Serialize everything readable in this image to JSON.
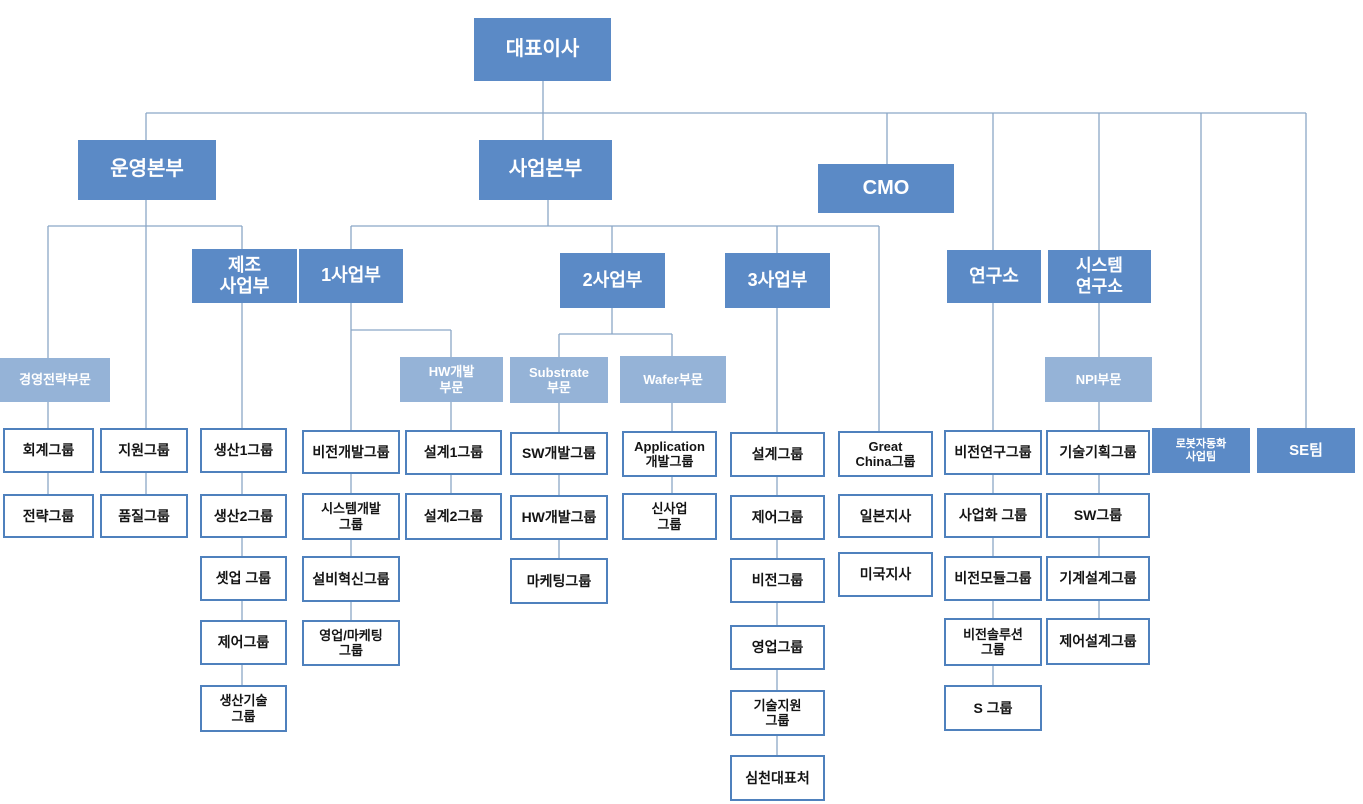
{
  "org": {
    "ceo": "대표이사",
    "cmo": "CMO",
    "robot_automation_team": "로봇자동화\n사업팀",
    "se_team": "SE팀",
    "operations": {
      "title": "운영본부",
      "mgmt_strategy_sector": "경영전략부문",
      "accounting_group": "회계그룹",
      "strategy_group": "전략그룹",
      "support_group": "지원그룹",
      "quality_group": "품질그룹",
      "manufacturing_division": "제조\n사업부",
      "production1_group": "생산1그룹",
      "production2_group": "생산2그룹",
      "setup_group": "셋업 그룹",
      "control_group": "제어그룹",
      "production_tech_group": "생산기술\n그룹"
    },
    "business": {
      "title": "사업본부",
      "division1": {
        "title": "1사업부",
        "vision_dev_group": "비전개발그룹",
        "system_dev_group": "시스템개발\n그룹",
        "equipment_innovation_group": "설비혁신그룹",
        "sales_marketing_group": "영업/마케팅\n그룹",
        "hw_dev_sector": "HW개발\n부문",
        "design1_group": "설계1그룹",
        "design2_group": "설계2그룹"
      },
      "division2": {
        "title": "2사업부",
        "substrate_sector": "Substrate\n부문",
        "sw_dev_group": "SW개발그룹",
        "hw_dev_group": "HW개발그룹",
        "marketing_group": "마케팅그룹",
        "wafer_sector": "Wafer부문",
        "application_dev_group": "Application\n개발그룹",
        "new_business_group": "신사업\n그룹"
      },
      "division3": {
        "title": "3사업부",
        "design_group": "설계그룹",
        "control_group": "제어그룹",
        "vision_group": "비전그룹",
        "sales_group": "영업그룹",
        "tech_support_group": "기술지원\n그룹",
        "shenzhen_office": "심천대표처"
      },
      "overseas": {
        "great_china_group": "Great\nChina그룹",
        "japan_branch": "일본지사",
        "usa_branch": "미국지사"
      }
    },
    "research_lab": {
      "title": "연구소",
      "vision_research_group": "비전연구그룹",
      "commercialization_group": "사업화 그룹",
      "vision_module_group": "비전모듈그룹",
      "vision_solution_group": "비전솔루션\n그룹",
      "s_group": "S 그룹"
    },
    "system_lab": {
      "title": "시스템\n연구소",
      "npi_sector": "NPI부문",
      "tech_planning_group": "기술기획그룹",
      "sw_group": "SW그룹",
      "mechanical_design_group": "기계설계그룹",
      "control_design_group": "제어설계그룹"
    }
  },
  "colors": {
    "primary_box": "#5b8ac6",
    "secondary_box": "#95b3d7",
    "leaf_border": "#4f81bd",
    "connector": "#8ba7c7"
  }
}
